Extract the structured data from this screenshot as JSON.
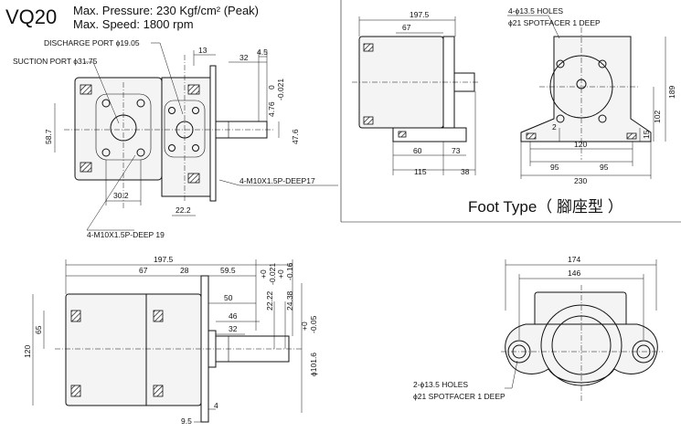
{
  "title": {
    "model": "VQ20",
    "spec_line1": "Max. Pressure: 230 Kgf/cm² (Peak)",
    "spec_line2": "Max.  Speed: 1800 rpm",
    "foot_type": "Foot Type（ 腳座型 ）"
  },
  "front_view": {
    "discharge_port": "DISCHARGE PORT ϕ19.05",
    "suction_port": "SUCTION PORT ϕ31.75",
    "tap_right": "4-M10X1.5P-DEEP17",
    "tap_left": "4-M10X1.5P-DEEP 19",
    "d13": "13",
    "d32": "32",
    "d4_5": "4.5",
    "tol_0": "0",
    "tol_minus": "-0.021",
    "d4_76": "4.76",
    "d47_6": "47.6",
    "d58_7": "58.7",
    "d30_2": "30.2",
    "d22_2": "22.2"
  },
  "foot_side_view": {
    "d197_5": "197.5",
    "d67": "67",
    "d60": "60",
    "d73": "73",
    "d115": "115",
    "d38": "38"
  },
  "foot_end_view": {
    "holes": "4-ϕ13.5 HOLES",
    "spotface": "ϕ21 SPOTFACER 1 DEEP",
    "d189": "189",
    "d102": "102",
    "d2": "2",
    "d15": "15",
    "d120": "120",
    "d95a": "95",
    "d95b": "95",
    "d230": "230"
  },
  "side_view": {
    "d197_5": "197.5",
    "d67": "67",
    "d28": "28",
    "d59_5": "59.5",
    "tol1_plus": "+0",
    "tol1_minus": "-0.021",
    "tol2_plus": "+0",
    "tol2_minus": "-0.16",
    "d50": "50",
    "d22_22": "22.22",
    "d24_38": "24.38",
    "d46": "46",
    "d32": "32",
    "tol3_plus": "+0",
    "tol3_minus": "-0.05",
    "d101_6": "ϕ101.6",
    "d65": "65",
    "d120": "120",
    "d4": "4",
    "d9_5": "9.5"
  },
  "flange_view": {
    "d174": "174",
    "d146": "146",
    "holes": "2-ϕ13.5 HOLES",
    "spotface": "ϕ21 SPOTFACER 1 DEEP"
  }
}
